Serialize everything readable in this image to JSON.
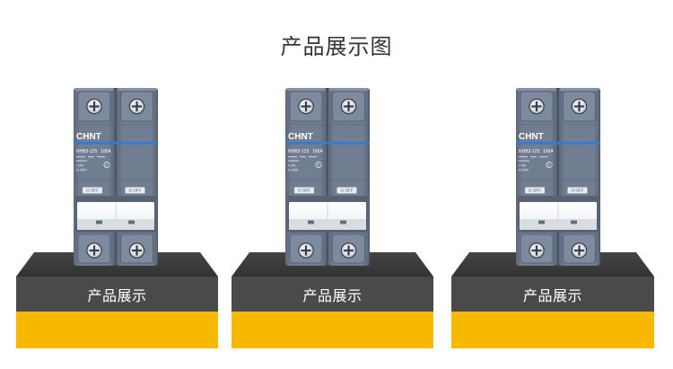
{
  "page": {
    "title": "产品展示图"
  },
  "colors": {
    "background": "#ffffff",
    "title_text": "#333333",
    "pedestal_top": "#333333",
    "pedestal_band": "#4a4a4a",
    "pedestal_base": "#f7b900",
    "caption_text": "#ffffff"
  },
  "products": [
    {
      "caption": "产品展示"
    },
    {
      "caption": "产品展示"
    },
    {
      "caption": "产品展示"
    }
  ],
  "breaker": {
    "brand": "CHNT",
    "model": "NHB3-125",
    "rating": "100A",
    "on_marking": "I ON",
    "off_marking": "O OFF",
    "switch_label": "O OFF"
  },
  "icons": {
    "terminal_screw": "terminal-screw-icon",
    "certification_mark": "certification-mark-icon"
  }
}
